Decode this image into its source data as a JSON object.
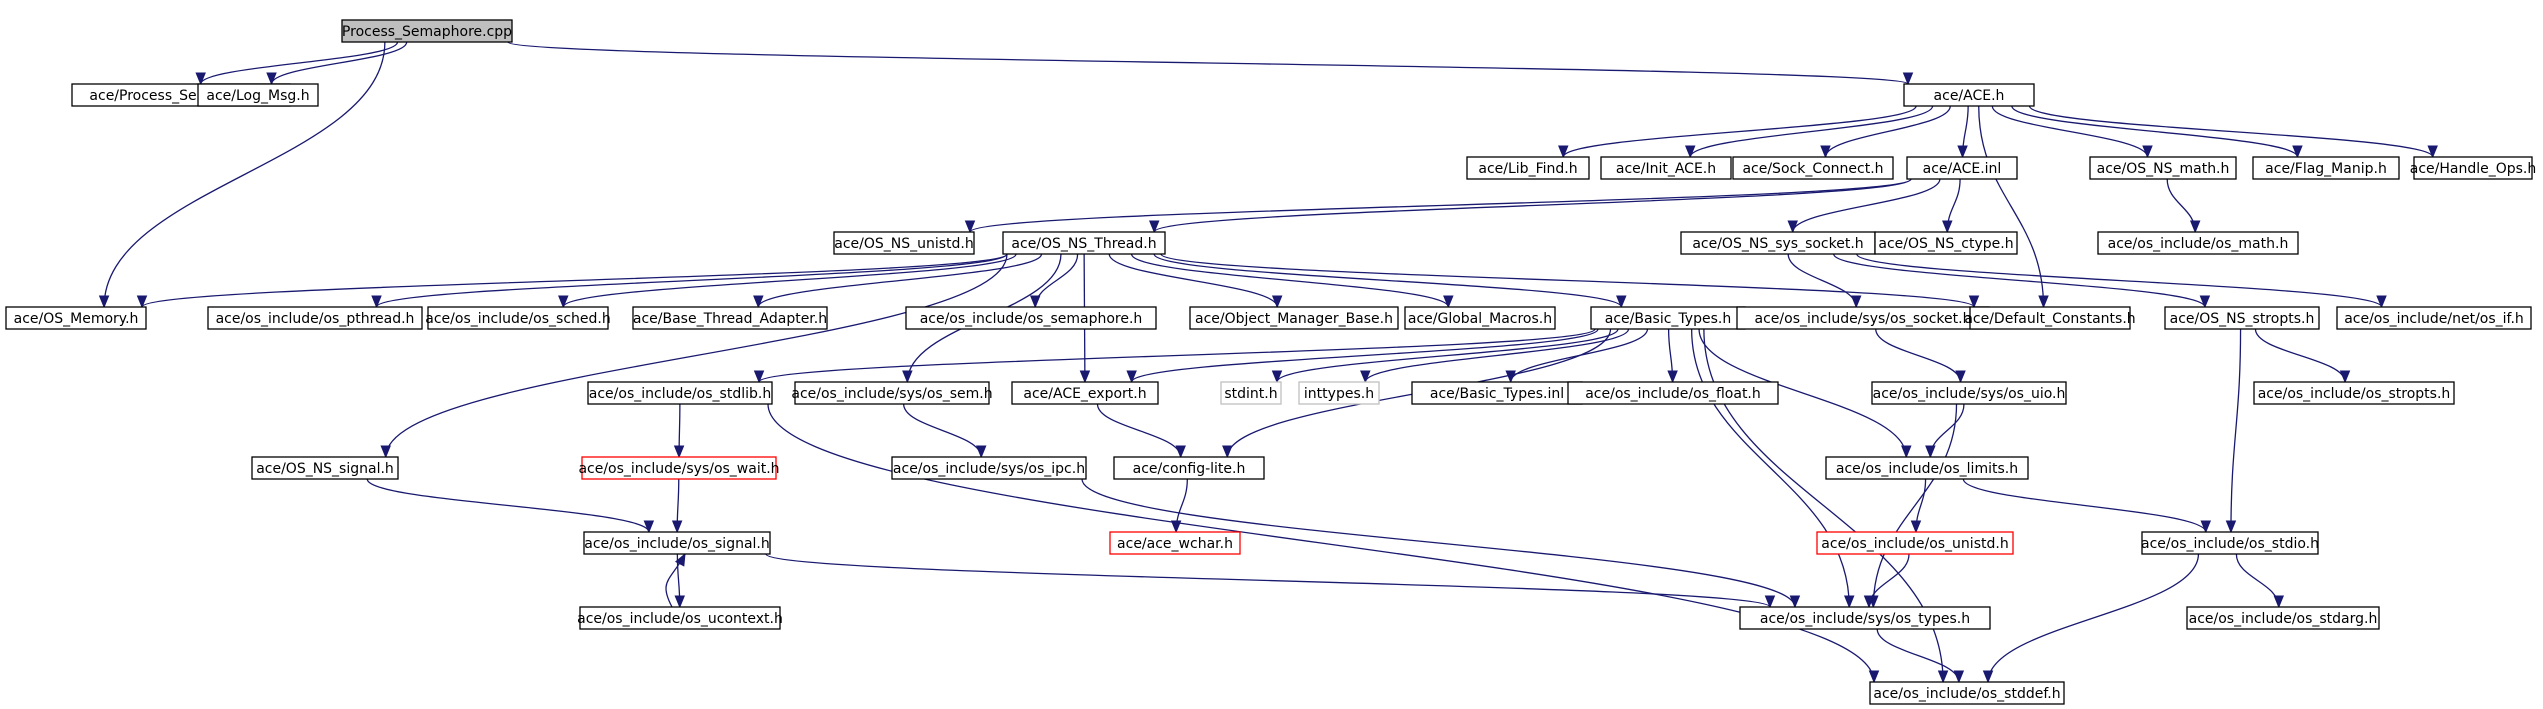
{
  "graph": {
    "title": "Process_Semaphore.cpp include dependency graph",
    "colors": {
      "edge": "#191970",
      "root_fill": "#bfbfbf",
      "node_border": "#000000",
      "missing_border": "#ff0000",
      "external_border": "#bfbfbf"
    },
    "nodes": [
      {
        "id": "root",
        "label": "Process_Semaphore.cpp",
        "kind": "root"
      },
      {
        "id": "ps_h",
        "label": "ace/Process_Semaphore.h",
        "kind": "normal"
      },
      {
        "id": "logmsg",
        "label": "ace/Log_Msg.h",
        "kind": "normal"
      },
      {
        "id": "ace_h",
        "label": "ace/ACE.h",
        "kind": "normal"
      },
      {
        "id": "libfind",
        "label": "ace/Lib_Find.h",
        "kind": "normal"
      },
      {
        "id": "initace",
        "label": "ace/Init_ACE.h",
        "kind": "normal"
      },
      {
        "id": "sockconn",
        "label": "ace/Sock_Connect.h",
        "kind": "normal"
      },
      {
        "id": "ace_inl",
        "label": "ace/ACE.inl",
        "kind": "normal"
      },
      {
        "id": "osnsmath",
        "label": "ace/OS_NS_math.h",
        "kind": "normal"
      },
      {
        "id": "flagmanip",
        "label": "ace/Flag_Manip.h",
        "kind": "normal"
      },
      {
        "id": "handleops",
        "label": "ace/Handle_Ops.h",
        "kind": "normal"
      },
      {
        "id": "osnsunistd",
        "label": "ace/OS_NS_unistd.h",
        "kind": "normal"
      },
      {
        "id": "osnsthread",
        "label": "ace/OS_NS_Thread.h",
        "kind": "normal"
      },
      {
        "id": "osnssyssocket",
        "label": "ace/OS_NS_sys_socket.h",
        "kind": "normal"
      },
      {
        "id": "osnsctype",
        "label": "ace/OS_NS_ctype.h",
        "kind": "normal"
      },
      {
        "id": "osincmath",
        "label": "ace/os_include/os_math.h",
        "kind": "normal"
      },
      {
        "id": "osmemory",
        "label": "ace/OS_Memory.h",
        "kind": "normal"
      },
      {
        "id": "ospthread",
        "label": "ace/os_include/os_pthread.h",
        "kind": "normal"
      },
      {
        "id": "ossched",
        "label": "ace/os_include/os_sched.h",
        "kind": "normal"
      },
      {
        "id": "basethread",
        "label": "ace/Base_Thread_Adapter.h",
        "kind": "normal"
      },
      {
        "id": "ossemaphore",
        "label": "ace/os_include/os_semaphore.h",
        "kind": "normal"
      },
      {
        "id": "objmgr",
        "label": "ace/Object_Manager_Base.h",
        "kind": "normal"
      },
      {
        "id": "globalmacros",
        "label": "ace/Global_Macros.h",
        "kind": "normal"
      },
      {
        "id": "basictypes",
        "label": "ace/Basic_Types.h",
        "kind": "normal"
      },
      {
        "id": "syssocket",
        "label": "ace/os_include/sys/os_socket.h",
        "kind": "normal"
      },
      {
        "id": "defconst",
        "label": "ace/Default_Constants.h",
        "kind": "normal"
      },
      {
        "id": "osnsstropts",
        "label": "ace/OS_NS_stropts.h",
        "kind": "normal"
      },
      {
        "id": "netosif",
        "label": "ace/os_include/net/os_if.h",
        "kind": "normal"
      },
      {
        "id": "osstdlib",
        "label": "ace/os_include/os_stdlib.h",
        "kind": "normal"
      },
      {
        "id": "syssem",
        "label": "ace/os_include/sys/os_sem.h",
        "kind": "normal"
      },
      {
        "id": "aceexport",
        "label": "ace/ACE_export.h",
        "kind": "normal"
      },
      {
        "id": "stdint",
        "label": "stdint.h",
        "kind": "external"
      },
      {
        "id": "inttypes",
        "label": "inttypes.h",
        "kind": "external"
      },
      {
        "id": "basictypesinl",
        "label": "ace/Basic_Types.inl",
        "kind": "normal"
      },
      {
        "id": "osfloat",
        "label": "ace/os_include/os_float.h",
        "kind": "normal"
      },
      {
        "id": "sysuio",
        "label": "ace/os_include/sys/os_uio.h",
        "kind": "normal"
      },
      {
        "id": "osstropts",
        "label": "ace/os_include/os_stropts.h",
        "kind": "normal"
      },
      {
        "id": "osnssignal",
        "label": "ace/OS_NS_signal.h",
        "kind": "normal"
      },
      {
        "id": "syswait",
        "label": "ace/os_include/sys/os_wait.h",
        "kind": "missing"
      },
      {
        "id": "sysipc",
        "label": "ace/os_include/sys/os_ipc.h",
        "kind": "normal"
      },
      {
        "id": "configlite",
        "label": "ace/config-lite.h",
        "kind": "normal"
      },
      {
        "id": "oslimits",
        "label": "ace/os_include/os_limits.h",
        "kind": "normal"
      },
      {
        "id": "ossignal",
        "label": "ace/os_include/os_signal.h",
        "kind": "normal"
      },
      {
        "id": "acewchar",
        "label": "ace/ace_wchar.h",
        "kind": "missing"
      },
      {
        "id": "osunistd",
        "label": "ace/os_include/os_unistd.h",
        "kind": "missing"
      },
      {
        "id": "osstdio",
        "label": "ace/os_include/os_stdio.h",
        "kind": "normal"
      },
      {
        "id": "osucontext",
        "label": "ace/os_include/os_ucontext.h",
        "kind": "normal"
      },
      {
        "id": "systypes",
        "label": "ace/os_include/sys/os_types.h",
        "kind": "normal"
      },
      {
        "id": "osstdarg",
        "label": "ace/os_include/os_stdarg.h",
        "kind": "normal"
      },
      {
        "id": "osstddef",
        "label": "ace/os_include/os_stddef.h",
        "kind": "normal"
      }
    ],
    "edges": [
      [
        "root",
        "ps_h"
      ],
      [
        "root",
        "logmsg"
      ],
      [
        "root",
        "ace_h"
      ],
      [
        "root",
        "osmemory"
      ],
      [
        "ace_h",
        "libfind"
      ],
      [
        "ace_h",
        "initace"
      ],
      [
        "ace_h",
        "sockconn"
      ],
      [
        "ace_h",
        "ace_inl"
      ],
      [
        "ace_h",
        "osnsmath"
      ],
      [
        "ace_h",
        "flagmanip"
      ],
      [
        "ace_h",
        "handleops"
      ],
      [
        "ace_h",
        "defconst"
      ],
      [
        "ace_inl",
        "osnsunistd"
      ],
      [
        "ace_inl",
        "osnsthread"
      ],
      [
        "ace_inl",
        "osnssyssocket"
      ],
      [
        "ace_inl",
        "osnsctype"
      ],
      [
        "osnsmath",
        "osincmath"
      ],
      [
        "osnsthread",
        "osmemory"
      ],
      [
        "osnsthread",
        "ospthread"
      ],
      [
        "osnsthread",
        "ossched"
      ],
      [
        "osnsthread",
        "basethread"
      ],
      [
        "osnsthread",
        "ossemaphore"
      ],
      [
        "osnsthread",
        "objmgr"
      ],
      [
        "osnsthread",
        "globalmacros"
      ],
      [
        "osnsthread",
        "basictypes"
      ],
      [
        "osnsthread",
        "defconst"
      ],
      [
        "osnsthread",
        "osnssignal"
      ],
      [
        "osnsthread",
        "syssem"
      ],
      [
        "osnsthread",
        "aceexport"
      ],
      [
        "osnssyssocket",
        "syssocket"
      ],
      [
        "osnssyssocket",
        "osnsstropts"
      ],
      [
        "osnssyssocket",
        "netosif"
      ],
      [
        "basictypes",
        "osstdlib"
      ],
      [
        "basictypes",
        "aceexport"
      ],
      [
        "basictypes",
        "stdint"
      ],
      [
        "basictypes",
        "inttypes"
      ],
      [
        "basictypes",
        "basictypesinl"
      ],
      [
        "basictypes",
        "osfloat"
      ],
      [
        "basictypes",
        "configlite"
      ],
      [
        "basictypes",
        "oslimits"
      ],
      [
        "basictypes",
        "systypes"
      ],
      [
        "basictypes",
        "osstddef"
      ],
      [
        "syssocket",
        "sysuio"
      ],
      [
        "osnsstropts",
        "osstropts"
      ],
      [
        "osnsstropts",
        "osstdio"
      ],
      [
        "osstdlib",
        "syswait"
      ],
      [
        "osstdlib",
        "osstddef"
      ],
      [
        "syssem",
        "sysipc"
      ],
      [
        "aceexport",
        "configlite"
      ],
      [
        "sysuio",
        "oslimits"
      ],
      [
        "sysuio",
        "systypes"
      ],
      [
        "osnssignal",
        "ossignal"
      ],
      [
        "syswait",
        "ossignal"
      ],
      [
        "sysipc",
        "systypes"
      ],
      [
        "configlite",
        "acewchar"
      ],
      [
        "oslimits",
        "osunistd"
      ],
      [
        "oslimits",
        "osstdio"
      ],
      [
        "ossignal",
        "osucontext"
      ],
      [
        "ossignal",
        "systypes"
      ],
      [
        "osucontext",
        "ossignal"
      ],
      [
        "osunistd",
        "systypes"
      ],
      [
        "osstdio",
        "osstdarg"
      ],
      [
        "osstdio",
        "osstddef"
      ],
      [
        "systypes",
        "osstddef"
      ]
    ]
  }
}
